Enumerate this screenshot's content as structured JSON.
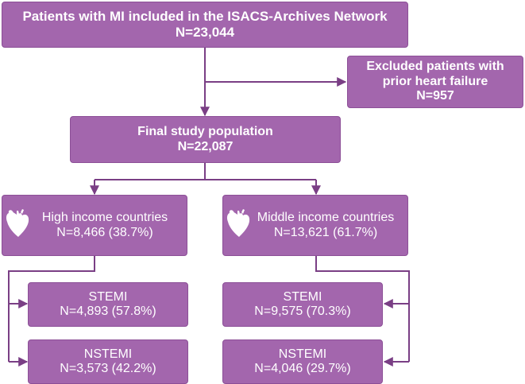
{
  "colors": {
    "box_fill": "#a366ad",
    "box_border": "#8c4f97",
    "connector": "#7a3f85",
    "text": "#ffffff"
  },
  "top": {
    "line1": "Patients with MI included in the ISACS-Archives Network",
    "line2": "N=23,044"
  },
  "excluded": {
    "line1": "Excluded patients with",
    "line2": "prior heart failure",
    "line3": "N=957"
  },
  "final": {
    "line1": "Final study population",
    "line2": "N=22,087"
  },
  "high_income": {
    "icon": "heart-icon",
    "line1": "High income countries",
    "line2": "N=8,466 (38.7%)",
    "stemi": {
      "line1": "STEMI",
      "line2": "N=4,893 (57.8%)"
    },
    "nstemi": {
      "line1": "NSTEMI",
      "line2": "N=3,573 (42.2%)"
    }
  },
  "middle_income": {
    "icon": "heart-icon",
    "line1": "Middle income countries",
    "line2": "N=13,621 (61.7%)",
    "stemi": {
      "line1": "STEMI",
      "line2": "N=9,575 (70.3%)"
    },
    "nstemi": {
      "line1": "NSTEMI",
      "line2": "N=4,046 (29.7%)"
    }
  }
}
